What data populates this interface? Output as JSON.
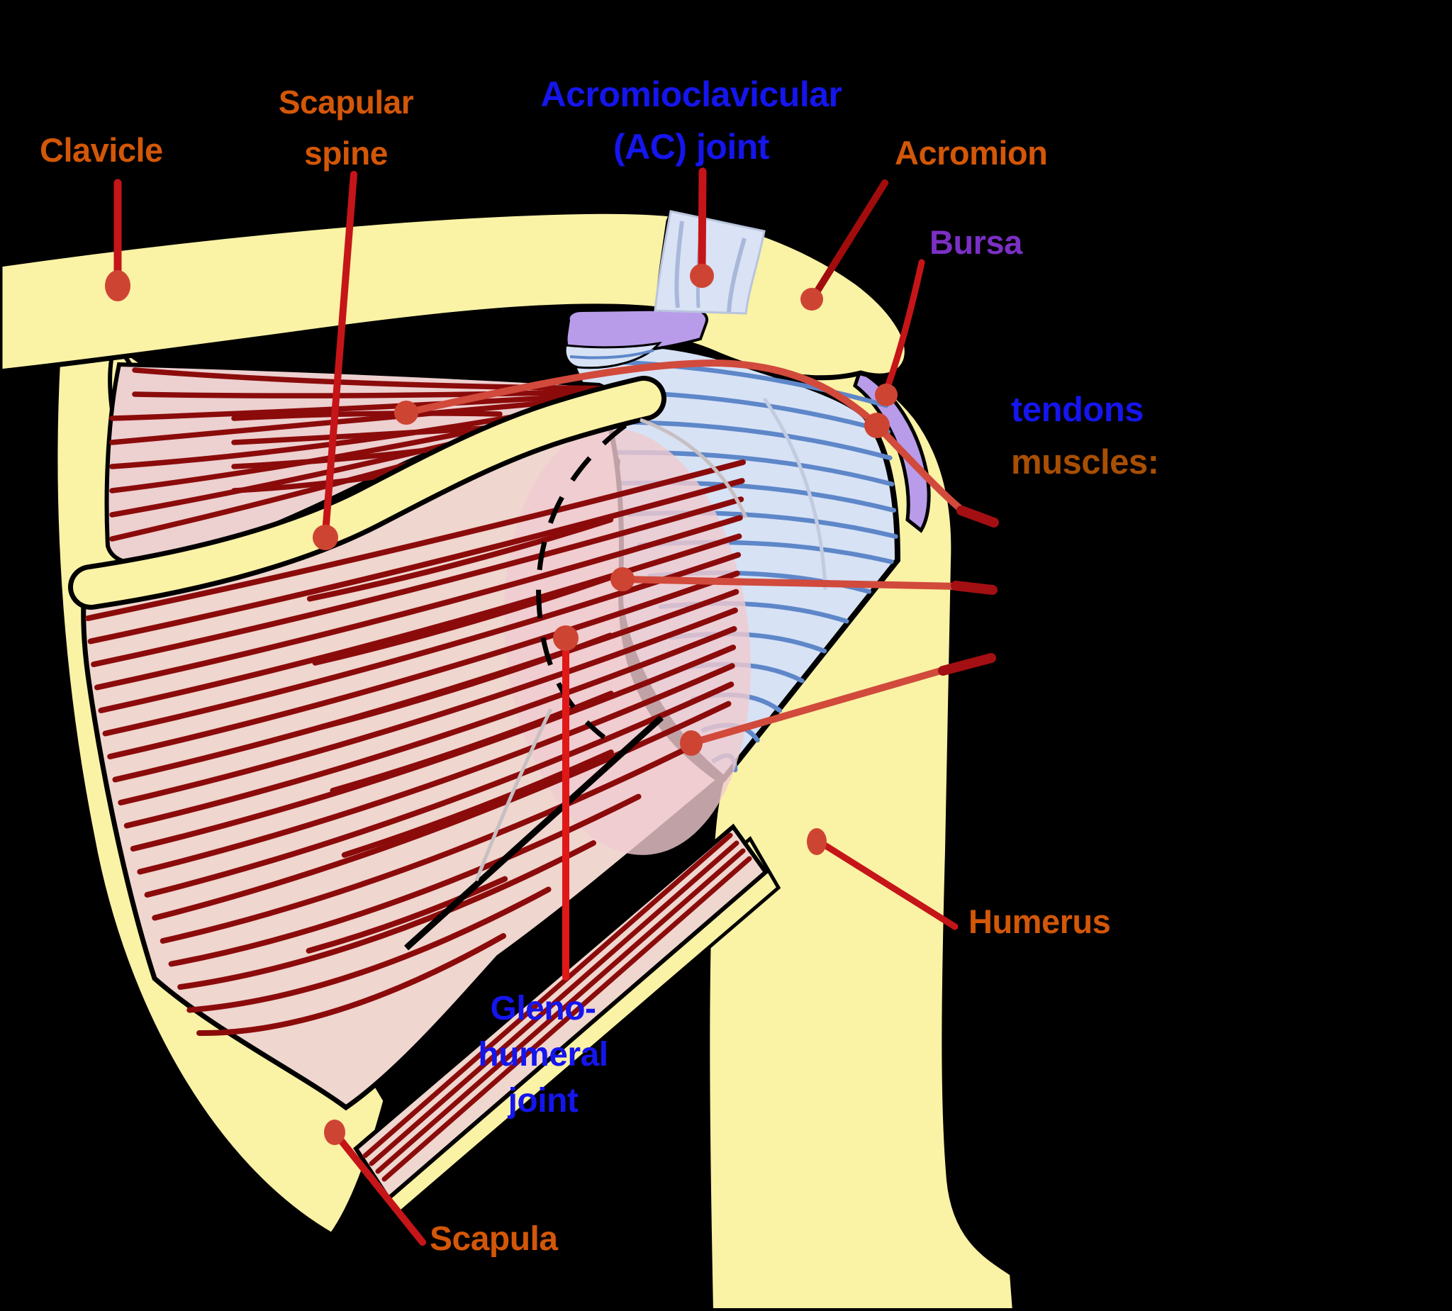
{
  "figure": {
    "description": "Anatomical diagram of the human shoulder (anterior view) with labeled bones, joints, bursa and rotator-cuff tendon/muscle pointers",
    "background": "#000000"
  },
  "labels": {
    "clavicle": {
      "text": "Clavicle",
      "color": "#D35708"
    },
    "scapular_spine": {
      "line1": "Scapular",
      "line2": "spine",
      "color": "#D35708"
    },
    "ac_joint": {
      "line1": "Acromioclavicular",
      "line2": "(AC) joint",
      "color": "#1515EE"
    },
    "acromion": {
      "text": "Acromion",
      "color": "#D35708"
    },
    "bursa": {
      "text": "Bursa",
      "color": "#7B2FC4"
    },
    "tendons": {
      "text": "tendons",
      "color": "#1515EE"
    },
    "muscles": {
      "text": "muscles:",
      "color": "#A84F04"
    },
    "humerus": {
      "text": "Humerus",
      "color": "#D35708"
    },
    "glenohumeral": {
      "line1": "Gleno-",
      "line2": "humeral",
      "line3": "joint",
      "color": "#1515EE"
    },
    "scapula": {
      "text": "Scapula",
      "color": "#D35708"
    }
  },
  "structures": [
    "clavicle bone",
    "scapula body",
    "scapular spine",
    "acromion",
    "acromioclavicular joint",
    "subacromial bursa",
    "supraspinatus muscle",
    "infraspinatus muscle",
    "teres muscle band",
    "rotator cuff tendon sheet",
    "humeral head",
    "humerus shaft",
    "glenohumeral joint capsule (dashed)"
  ],
  "palette": {
    "bone_yellow": "#FAF2A5",
    "muscle_pink": "#EFD6CF",
    "muscle_fiber_red": "#8B0B0B",
    "tendon_sheet_blue": "#D7E2F5",
    "tendon_fiber_blue": "#5E87C9",
    "bursa_purple": "#B99CE9",
    "ac_joint_blue": "#D9E3F5",
    "pointer_red": "#C51518",
    "pointer_salmon": "#D14A3C",
    "pointer_bright_red": "#E01818",
    "dot_red": "#CE4433",
    "label_orange": "#D35708",
    "label_blue": "#1515EE",
    "label_purple": "#7B2FC4",
    "label_brown": "#A84F04"
  }
}
